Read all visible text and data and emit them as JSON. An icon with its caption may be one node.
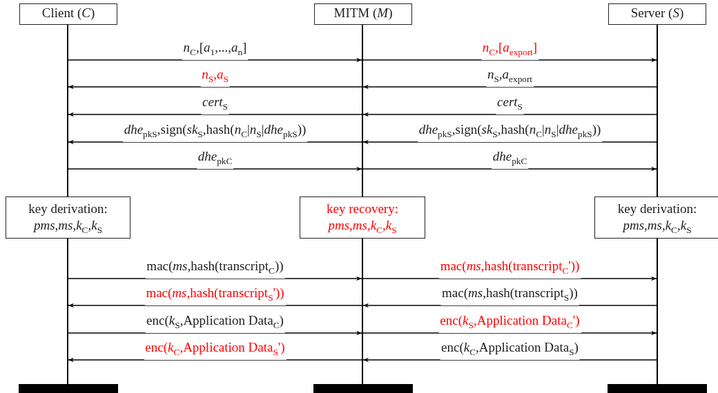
{
  "diagram": {
    "nodes": [
      {
        "text": [
          "Client (*C*)"
        ]
      },
      {
        "text": [
          "MITM (*M*)"
        ]
      },
      {
        "text": [
          "Server (*S*)"
        ]
      },
      {
        "text": [],
        "shape": "line"
      },
      {
        "text": [],
        "shape": "line"
      },
      {
        "text": [],
        "shape": "line"
      },
      {
        "text": [
          "key derivation:",
          "*pms*,*ms*,*k*$_{C}$,*k*$_{S}$"
        ]
      },
      {
        "text": [
          "key recovery:",
          "*pms*,*ms*,*k*$_{C}$,*k*$_{S}$"
        ]
      },
      {
        "text": [
          "key derivation:",
          "*pms*,*ms*,*k*$_{C}$,*k*$_{S}$"
        ]
      },
      {
        "text": [],
        "shape": "line"
      },
      {
        "text": [],
        "shape": "line"
      },
      {
        "text": [],
        "shape": "line"
      },
      {
        "text": [],
        "shape": "bar"
      },
      {
        "text": [],
        "shape": "bar"
      },
      {
        "text": [],
        "shape": "bar"
      }
    ],
    "edges": [
      {
        "from": 3,
        "to": 4,
        "arrow": "to",
        "label": "*n*$_{C}$,[*a*$_{1}$,...,*a*$_{n}$]"
      },
      {
        "from": 4,
        "to": 5,
        "arrow": "to",
        "label": "*n*$_{C}$,[*a*$_{export}$]"
      },
      {
        "from": 4,
        "to": 3,
        "arrow": "to",
        "label": "*n*$_{S}$,*a*$_{S}$"
      },
      {
        "from": 5,
        "to": 4,
        "arrow": "to",
        "label": "*n*$_{S}$,*a*$_{export}$"
      },
      {
        "from": 4,
        "to": 3,
        "arrow": "to",
        "label": "*cert*$_{S}$"
      },
      {
        "from": 5,
        "to": 4,
        "arrow": "to",
        "label": "*cert*$_{S}$"
      },
      {
        "from": 4,
        "to": 3,
        "arrow": "to",
        "label": "*dhe*$_{pkS}$,sign(*sk*$_{S}$,hash(*n*$_{C}$|*n*$_{S}$|*dhe*$_{pkS}$))"
      },
      {
        "from": 5,
        "to": 4,
        "arrow": "to",
        "label": "*dhe*$_{pkS}$,sign(*sk*$_{S}$,hash(*n*$_{C}$|*n*$_{S}$|*dhe*$_{pkS}$))"
      },
      {
        "from": 3,
        "to": 4,
        "arrow": "to",
        "label": "*dhe*$_{pkC}$"
      },
      {
        "from": 4,
        "to": 5,
        "arrow": "to",
        "label": "*dhe*$_{pkC}$"
      },
      {
        "from": 9,
        "to": 10,
        "arrow": "to",
        "label": "mac(*ms*,hash(transcript$_{C}$))"
      },
      {
        "from": 10,
        "to": 11,
        "arrow": "to",
        "label": "mac(*ms*,hash(transcript$_{C}$'))"
      },
      {
        "from": 10,
        "to": 9,
        "arrow": "to",
        "label": "mac(*ms*,hash(transcript$_{S}$'))"
      },
      {
        "from": 11,
        "to": 10,
        "arrow": "to",
        "label": "mac(*ms*,hash(transcript$_{S}$))"
      },
      {
        "from": 9,
        "to": 10,
        "arrow": "to",
        "label": "enc(*k*$_{S}$,Application Data$_{C}$)"
      },
      {
        "from": 10,
        "to": 11,
        "arrow": "to",
        "label": "enc(*k*$_{S}$,Application Data$_{C}$')"
      },
      {
        "from": 10,
        "to": 9,
        "arrow": "to",
        "label": "enc(*k*$_{C}$,Application Data$_{S}$')"
      },
      {
        "from": 11,
        "to": 10,
        "arrow": "to",
        "label": "enc(*k*$_{C}$,Application Data$_{S}$)"
      }
    ]
  }
}
